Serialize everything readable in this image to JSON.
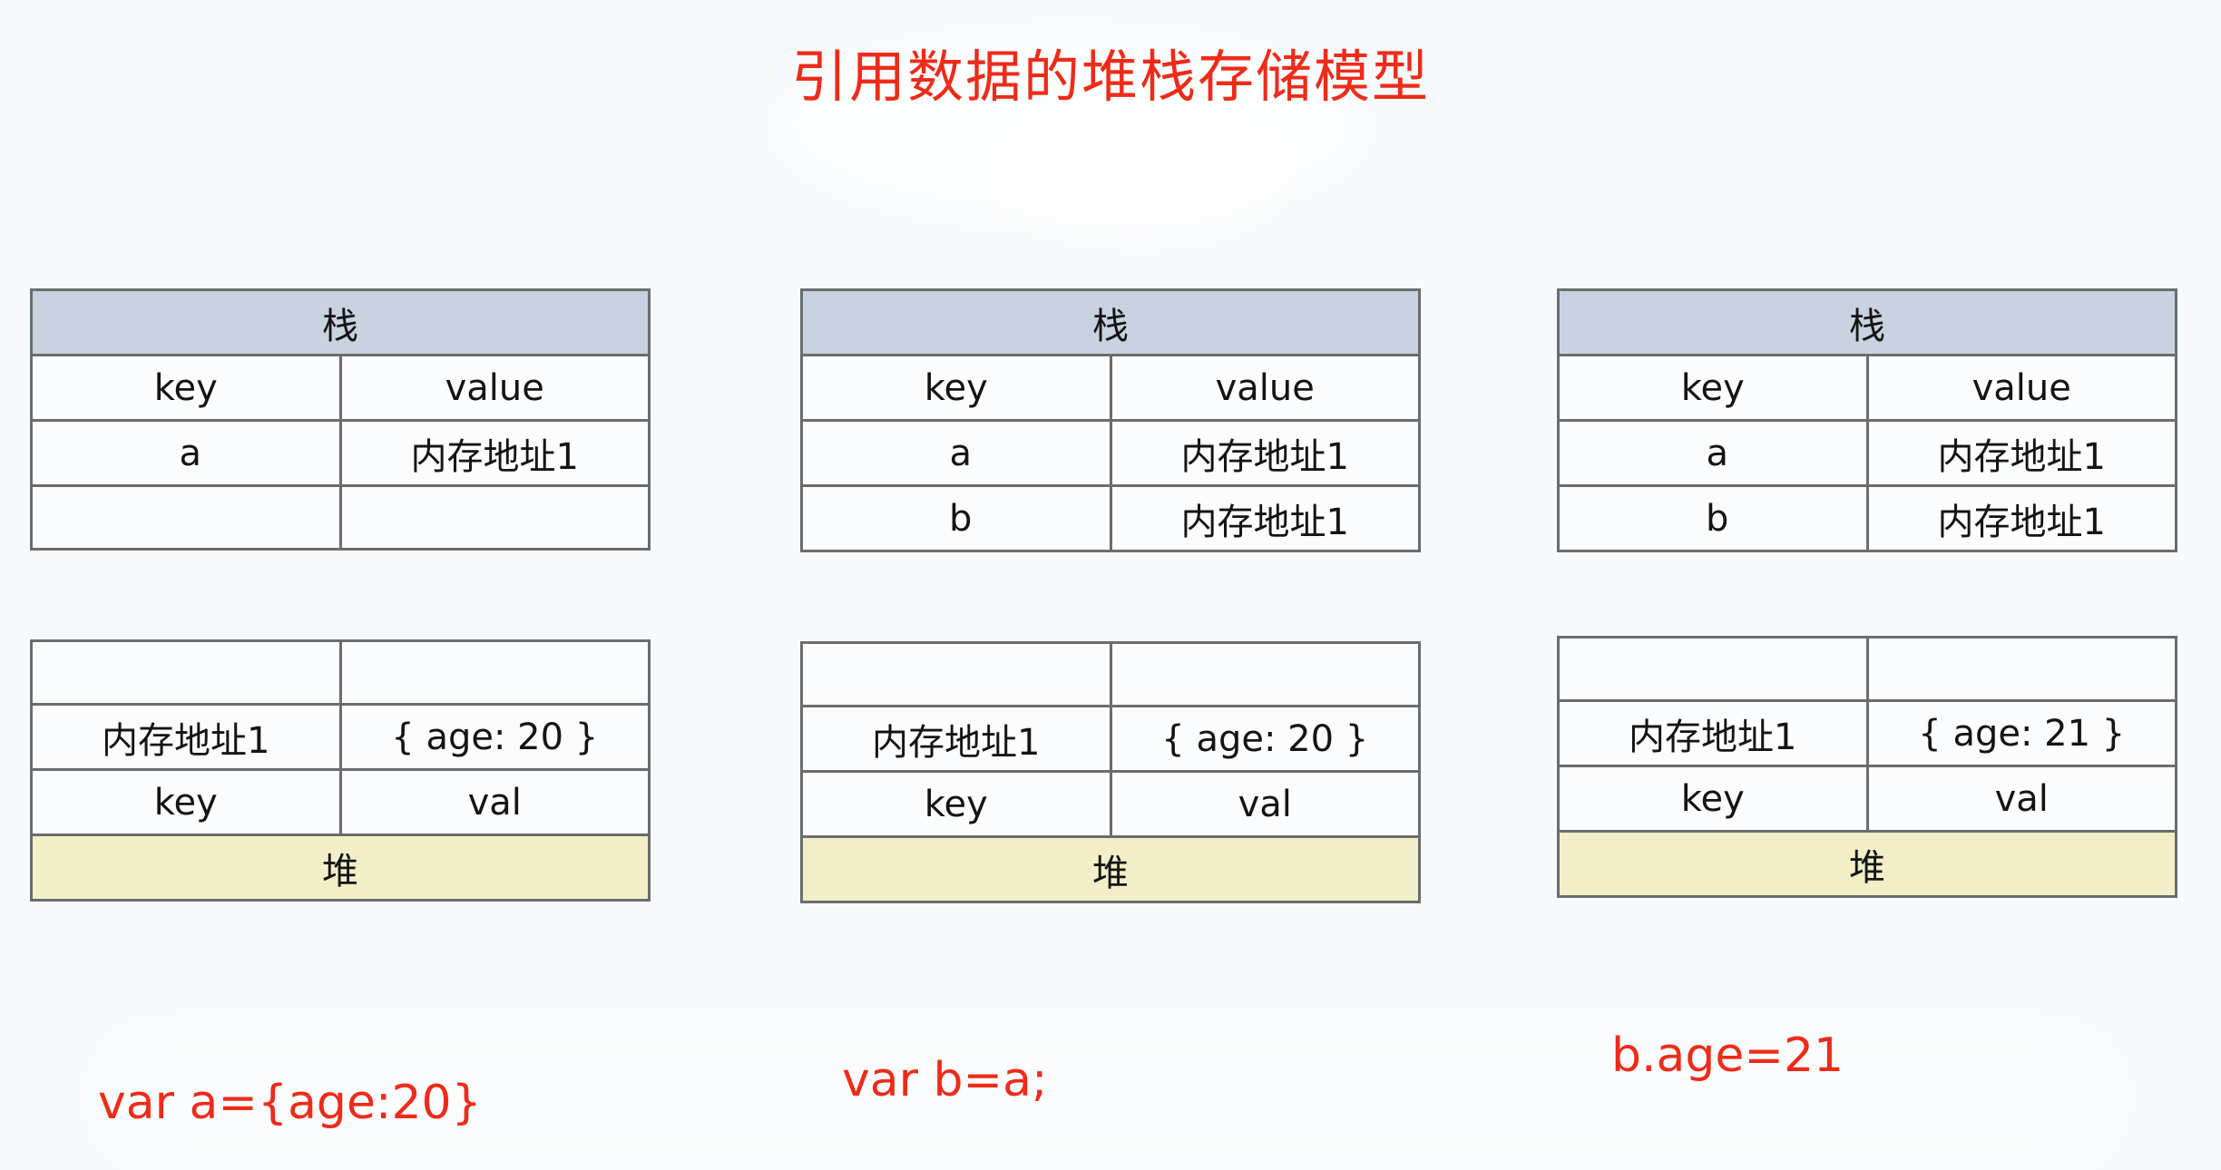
{
  "title": "引用数据的堆栈存储模型",
  "colors": {
    "background": "#f7fafc",
    "title_red": "#ee2b19",
    "stack_header": "#c8d2e0",
    "heap_footer": "#f2efc8",
    "border": "#58595b",
    "text": "#141414"
  },
  "labels": {
    "stack": "栈",
    "heap": "堆",
    "key": "key",
    "value": "value",
    "heap_key": "key",
    "heap_val": "val",
    "empty": ""
  },
  "steps": [
    {
      "caption": "var a={age:20}",
      "stack": {
        "title": "栈",
        "columns": [
          "key",
          "value"
        ],
        "rows": [
          {
            "key": "a",
            "value": "内存地址1"
          },
          {
            "key": "",
            "value": ""
          }
        ]
      },
      "heap": {
        "footer": "堆",
        "columns": [
          "key",
          "val"
        ],
        "rows": [
          {
            "key": "",
            "val": ""
          },
          {
            "key": "内存地址1",
            "val": "{ age: 20 }"
          }
        ]
      }
    },
    {
      "caption": "var b=a;",
      "stack": {
        "title": "栈",
        "columns": [
          "key",
          "value"
        ],
        "rows": [
          {
            "key": "a",
            "value": "内存地址1"
          },
          {
            "key": "b",
            "value": "内存地址1"
          }
        ]
      },
      "heap": {
        "footer": "堆",
        "columns": [
          "key",
          "val"
        ],
        "rows": [
          {
            "key": "",
            "val": ""
          },
          {
            "key": "内存地址1",
            "val": "{ age: 20 }"
          }
        ]
      }
    },
    {
      "caption": "b.age=21",
      "stack": {
        "title": "栈",
        "columns": [
          "key",
          "value"
        ],
        "rows": [
          {
            "key": "a",
            "value": "内存地址1"
          },
          {
            "key": "b",
            "value": "内存地址1"
          }
        ]
      },
      "heap": {
        "footer": "堆",
        "columns": [
          "key",
          "val"
        ],
        "rows": [
          {
            "key": "",
            "val": ""
          },
          {
            "key": "内存地址1",
            "val": "{ age: 21 }"
          }
        ]
      }
    }
  ]
}
